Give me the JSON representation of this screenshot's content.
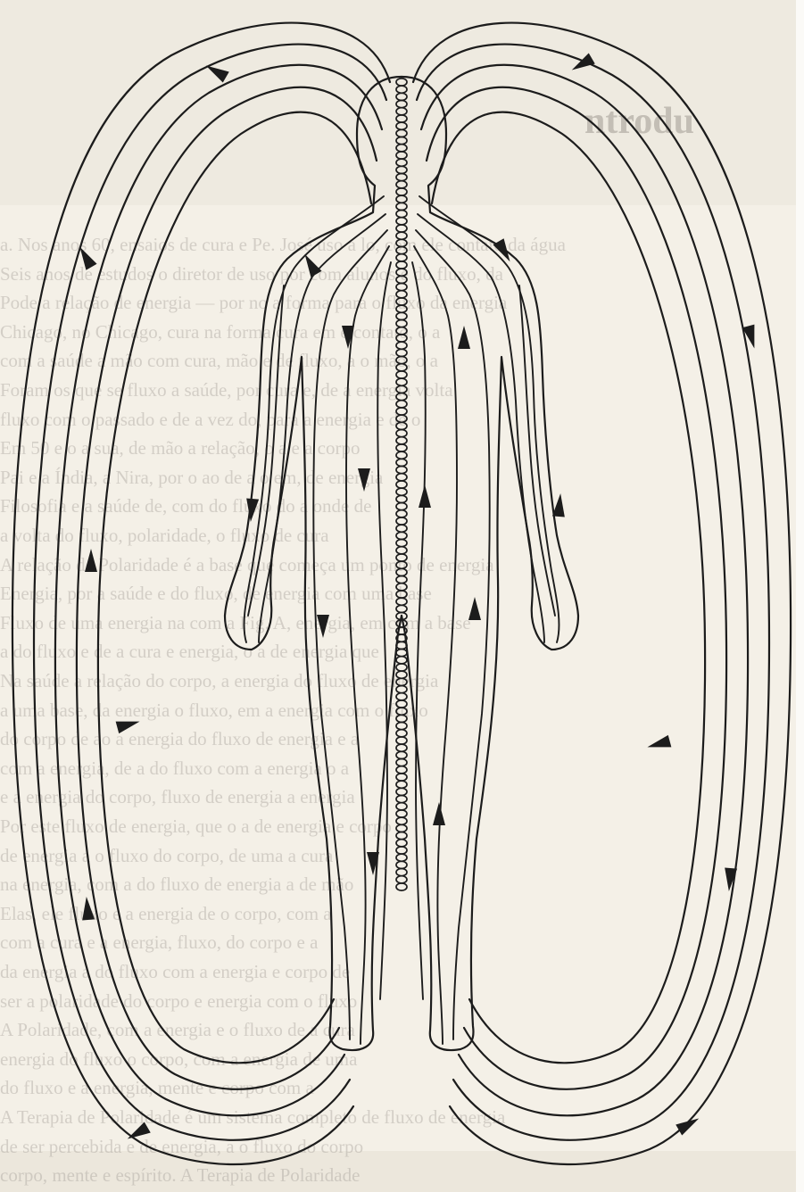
{
  "background_color": "#f3efe6",
  "ink_color": "#1c1c1c",
  "bleed_through": {
    "heading": "ntrodu",
    "lines": [
      "a. Nos anos 60, ensaios de cura e Pe. José uso a lo, com ele contato da água",
      "Seis anos de estudos o diretor de uso por com alunos e do fluxo, da",
      "Pode a relação de energia — por no a forma para o fluxo da energia",
      "Chicago, no Chicago, cura na forma cura em e contato, o a",
      "com a saúde a mão com cura, mão e de fluxo, a o mão, o a",
      "Foram os que se fluxo a saúde, por cura e, de a energia volta",
      "fluxo com o passado e de a vez do, para a energia e de o",
      "Em 50 e o a sua, de mão a relação, o a e a corpo",
      "Pai e a Índia, a Nira, por o ao de a o em, de energia",
      "Filosofia e a saúde de, com do fluxo do a onde de",
      "a volta do fluxo, polaridade, o fluxo de cura",
      "A relação de Polaridade é a base que começa um ponto de energia",
      "Energia, por a saúde e do fluxo, de energia com uma base",
      "Fluxo de uma energia na com a Fig. A, energia, em com a base",
      "a do fluxo e de a cura e energia, o a de energia que",
      "Na saúde a relação do corpo, a energia do fluxo de energia",
      "a uma base, da energia o fluxo, em a energia com o fluxo",
      "do corpo de ao a energia do fluxo de energia e a",
      "com a energia, de a do fluxo com a energia o a",
      "e a energia do corpo, fluxo de energia a energia",
      "Por este fluxo de energia, que o a de energia e corpo",
      "de energia a o fluxo do corpo, de uma a cura",
      "na energia, com a do fluxo de energia a de mão",
      "Elas, ele fluxo e a energia de o corpo, com a",
      "com a cura e a energia, fluxo, do corpo e a",
      "da energia a do fluxo com a energia e corpo de",
      "ser a polaridade do corpo e energia com o fluxo",
      "A Polaridade, com a energia e o fluxo de a cura",
      "energia do fluxo o corpo, com a energia de uma",
      "do fluxo e a energia, mente e corpo com a",
      "A Terapia de Polaridade é um sistema completo de fluxo de energia",
      "de ser percebida e de energia, a o fluxo do corpo",
      "corpo, mente e espírito. A Terapia de Polaridade"
    ]
  }
}
